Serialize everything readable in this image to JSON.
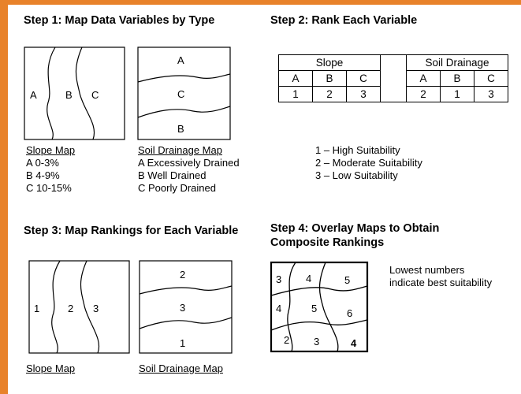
{
  "colors": {
    "border": "#e8822a",
    "background": "#ffffff",
    "ink": "#000000"
  },
  "step1": {
    "title": "Step 1: Map Data Variables by Type",
    "slope_map": {
      "labels": [
        "A",
        "B",
        "C"
      ],
      "caption": "Slope Map",
      "legend": [
        "A  0-3%",
        "B  4-9%",
        "C  10-15%"
      ]
    },
    "soil_map": {
      "labels": [
        "A",
        "C",
        "B"
      ],
      "caption": "Soil Drainage Map",
      "legend": [
        "A  Excessively Drained",
        "B  Well Drained",
        "C  Poorly Drained"
      ]
    }
  },
  "step2": {
    "title": "Step 2: Rank Each Variable",
    "table": {
      "group1": "Slope",
      "group2": "Soil Drainage",
      "cols1": [
        "A",
        "B",
        "C"
      ],
      "cols2": [
        "A",
        "B",
        "C"
      ],
      "ranks1": [
        "1",
        "2",
        "3"
      ],
      "ranks2": [
        "2",
        "1",
        "3"
      ]
    },
    "key": [
      "1 – High Suitability",
      "2 – Moderate Suitability",
      "3 – Low Suitability"
    ]
  },
  "step3": {
    "title": "Step 3: Map Rankings for Each Variable",
    "slope_map": {
      "labels": [
        "1",
        "2",
        "3"
      ],
      "caption": "Slope Map"
    },
    "soil_map": {
      "labels": [
        "2",
        "3",
        "1"
      ],
      "caption": "Soil Drainage Map"
    }
  },
  "step4": {
    "title_line1": "Step 4: Overlay Maps to Obtain",
    "title_line2": "Composite Rankings",
    "cells": [
      "3",
      "4",
      "5",
      "4",
      "5",
      "6",
      "2",
      "3",
      "4"
    ],
    "note_line1": "Lowest numbers",
    "note_line2": "indicate best suitability"
  }
}
